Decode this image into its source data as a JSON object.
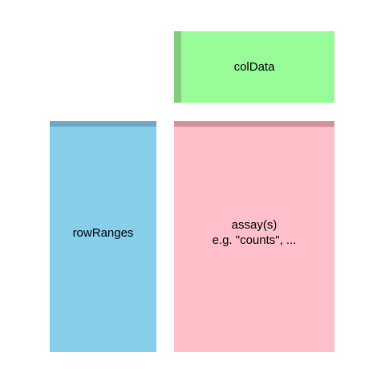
{
  "blocks": {
    "coldata": {
      "label": "colData",
      "fill": "#98FB98",
      "accent": "#7FCF7F"
    },
    "rowranges": {
      "label": "rowRanges",
      "fill": "#87CEEB",
      "accent": "#6CA9CB"
    },
    "assay": {
      "label_line1": "assay(s)",
      "label_line2": "e.g. \"counts\", ...",
      "fill": "#FFC0CB",
      "accent": "#D4919A"
    }
  }
}
